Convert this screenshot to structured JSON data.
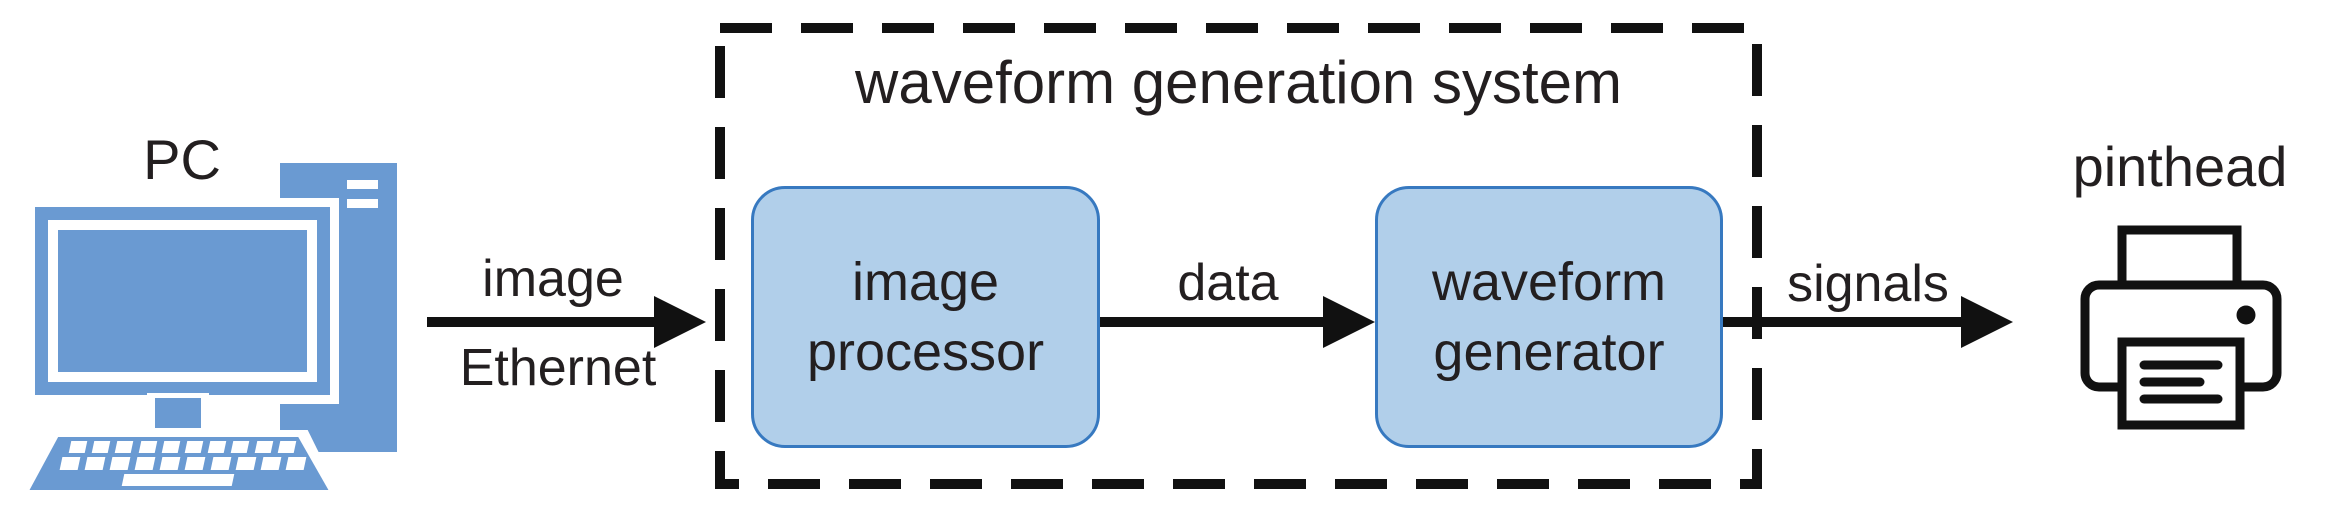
{
  "diagram": {
    "pc": {
      "label": "PC"
    },
    "arrow_pc_to_system": {
      "label_top": "image",
      "label_bottom": "Ethernet"
    },
    "system": {
      "title": "waveform generation system",
      "image_processor": {
        "line1": "image",
        "line2": "processor"
      },
      "waveform_generator": {
        "line1": "waveform",
        "line2": "generator"
      }
    },
    "arrow_processor_to_generator": {
      "label": "data"
    },
    "arrow_system_to_pinthead": {
      "label": "signals"
    },
    "pinthead": {
      "label": "pinthead"
    }
  },
  "colors": {
    "pcBlue": "#6a9ad2",
    "boxFill": "#b1cfea",
    "boxBorder": "#3779c0",
    "ink": "#111111",
    "text": "#231f20"
  }
}
